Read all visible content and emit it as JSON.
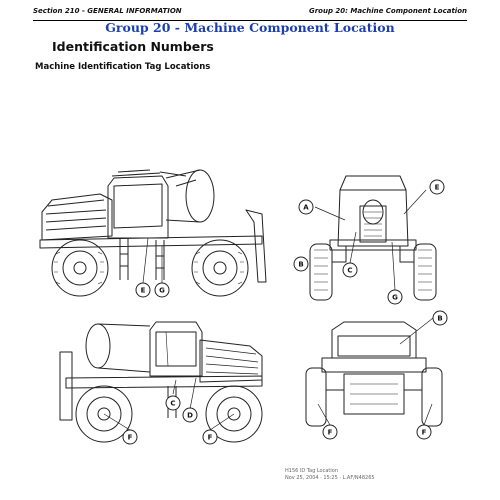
{
  "header": {
    "left": "Section 210 - GENERAL INFORMATION",
    "right": "Group 20: Machine Component Location"
  },
  "group_title": "Group 20 - Machine Component Location",
  "heading": "Identification Numbers",
  "subheading": "Machine Identification Tag Locations",
  "callouts": {
    "A": "A",
    "B": "B",
    "C": "C",
    "D": "D",
    "E": "E",
    "F": "F",
    "G": "G"
  },
  "figure_caption": {
    "line1": "H156 ID Tag Location",
    "line2": "Nov 25, 2004 · 15:25 · L.AF/N48265"
  }
}
